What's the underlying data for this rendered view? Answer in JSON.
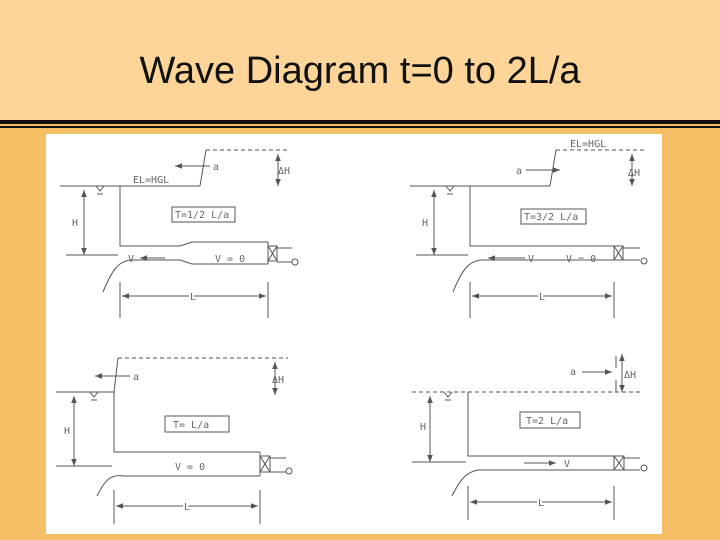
{
  "slide": {
    "title": "Wave Diagram t=0 to 2L/a"
  },
  "diagrams": {
    "q1": {
      "time": "T=1/2 L/a",
      "grade_line": "EL=HGL",
      "wave_speed": "a",
      "head_rise": "ΔH",
      "head": "H",
      "velocity_flow": "V",
      "velocity_zero": "V = 0",
      "length": "L"
    },
    "q2": {
      "time": "T=3/2 L/a",
      "grade_line": "EL=HGL",
      "wave_speed": "a",
      "head_rise": "ΔH",
      "head": "H",
      "velocity_flow": "V",
      "velocity_zero": "V = 0",
      "length": "L"
    },
    "q3": {
      "time": "T= L/a",
      "wave_speed": "a",
      "head_rise": "ΔH",
      "head": "H",
      "velocity_zero": "V = 0",
      "length": "L"
    },
    "q4": {
      "time": "T=2 L/a",
      "wave_speed": "a",
      "head_rise": "ΔH",
      "head": "H",
      "velocity_flow": "V",
      "length": "L"
    }
  }
}
